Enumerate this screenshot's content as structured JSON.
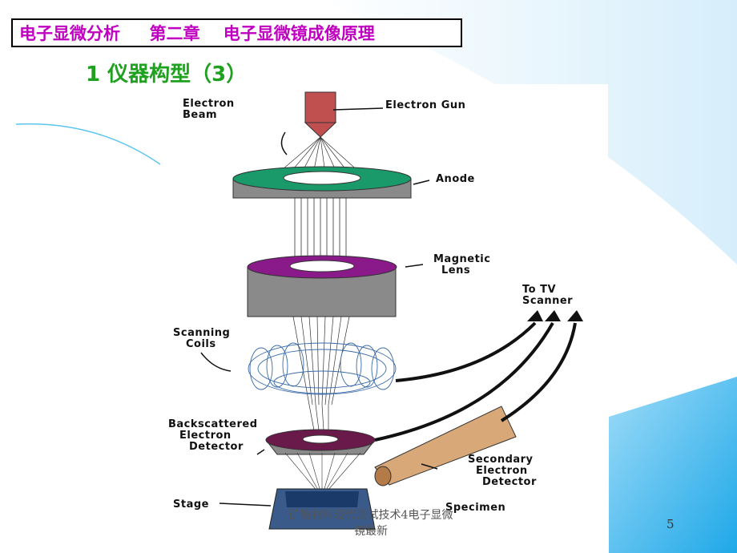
{
  "header": {
    "title": "电子显微分析     第二章    电子显微镜成像原理"
  },
  "section": {
    "heading": "1  仪器构型（3）"
  },
  "diagram": {
    "labels": {
      "electron_beam": [
        "Electron",
        "Beam"
      ],
      "electron_gun": "Electron Gun",
      "anode": "Anode",
      "magnetic_lens": [
        "Magnetic",
        "Lens"
      ],
      "to_tv_scanner": [
        "To TV",
        "Scanner"
      ],
      "scanning_coils": [
        "Scanning",
        "Coils"
      ],
      "backscattered_detector": [
        "Backscattered",
        "Electron",
        "Detector"
      ],
      "secondary_detector": [
        "Secondary",
        "Electron",
        "Detector"
      ],
      "stage": "Stage",
      "specimen": "Specimen"
    }
  },
  "footer": {
    "text_line1": "矿物材料现代测试技术4电子显微",
    "text_line2": "镜最新"
  },
  "page": {
    "number": "5"
  },
  "colors": {
    "title": "#c000c0",
    "heading": "#1fa01f",
    "anode_ring": "#1a9a6a",
    "lens_ring": "#8a1a8a",
    "gun": "#c05050",
    "bg_accent": "#37b7ee"
  }
}
